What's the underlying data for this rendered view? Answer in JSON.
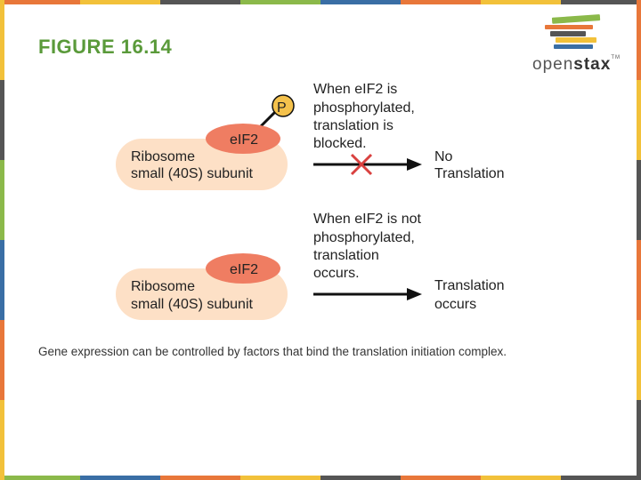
{
  "header": {
    "title": "FIGURE 16.14",
    "title_color": "#5a9a3a"
  },
  "logo": {
    "text_light": "open",
    "text_bold": "stax",
    "trademark": "TM",
    "bar_colors": [
      "#e8773a",
      "#8bb94a",
      "#555555",
      "#f2c13a",
      "#3a6ea5"
    ]
  },
  "border_colors": [
    "#e8773a",
    "#f2c13a",
    "#555555",
    "#8bb94a",
    "#3a6ea5",
    "#e8773a",
    "#f2c13a",
    "#555555"
  ],
  "diagram": {
    "colors": {
      "subunit": "#fde0c6",
      "eif2": "#ef7d62",
      "phosphate": "#f5c24c",
      "blocked_x": "#d9413f",
      "arrow": "#111111"
    },
    "top": {
      "subunit_line1": "Ribosome",
      "subunit_line2": "small (40S) subunit",
      "eif2_label": "eIF2",
      "phosphate_label": "P",
      "description": [
        "When eIF2 is",
        "phosphorylated,",
        "translation is",
        "blocked."
      ],
      "outcome": [
        "No",
        "Translation"
      ]
    },
    "bottom": {
      "subunit_line1": "Ribosome",
      "subunit_line2": "small (40S) subunit",
      "eif2_label": "eIF2",
      "description": [
        "When eIF2 is not",
        "phosphorylated,",
        "translation",
        "occurs."
      ],
      "outcome": [
        "Translation",
        "occurs"
      ]
    }
  },
  "caption": "Gene expression can be controlled by factors that bind the translation initiation complex."
}
